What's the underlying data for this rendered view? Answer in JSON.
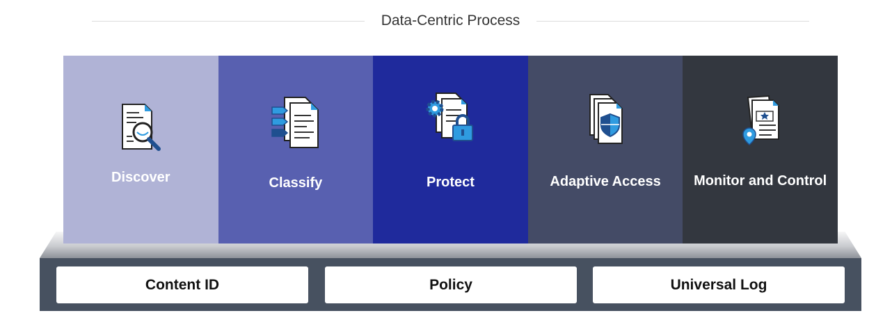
{
  "title": "Data-Centric Process",
  "stages": [
    {
      "label": "Discover",
      "color": "#b0b3d6",
      "icon": "document-search-icon"
    },
    {
      "label": "Classify",
      "color": "#5860b0",
      "icon": "document-classify-icon"
    },
    {
      "label": "Protect",
      "color": "#1f2a9c",
      "icon": "document-lock-icon"
    },
    {
      "label": "Adaptive Access",
      "color": "#444b66",
      "icon": "document-shield-icon"
    },
    {
      "label": "Monitor and Control",
      "color": "#33373f",
      "icon": "document-location-icon"
    }
  ],
  "foundation": [
    {
      "label": "Content ID"
    },
    {
      "label": "Policy"
    },
    {
      "label": "Universal Log"
    }
  ],
  "colors": {
    "base": "#475160",
    "accent_blue": "#2f9be0",
    "dark_blue": "#1f4f8f"
  }
}
